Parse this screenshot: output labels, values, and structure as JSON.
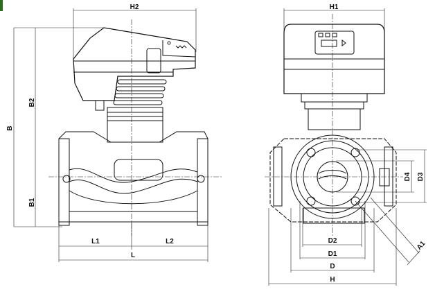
{
  "colors": {
    "line": "#111111",
    "marker": "#2e6b1f"
  },
  "side_view": {
    "labels": {
      "H2": "H2",
      "B": "B",
      "B2": "B2",
      "B1": "B1",
      "L1": "L1",
      "L2": "L2",
      "L": "L"
    }
  },
  "front_view": {
    "labels": {
      "H1": "H1",
      "D4": "D4",
      "D3": "D3",
      "D2": "D2",
      "D1": "D1",
      "D": "D",
      "H": "H",
      "A1": "A1"
    }
  }
}
